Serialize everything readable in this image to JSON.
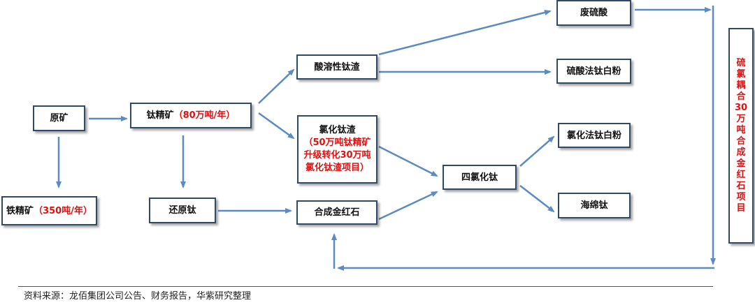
{
  "nodes": {
    "raw_ore": "原矿",
    "iron_concentrate": "铁精矿",
    "iron_concentrate_note": "（350吨/年）",
    "titanium_concentrate": "钛精矿",
    "titanium_concentrate_note": "（80万吨/年）",
    "reduced_titanium": "还原钛",
    "acid_soluble_slag": "酸溶性钛渣",
    "chlorinated_slag": "氯化钛渣",
    "chlorinated_slag_note_1": "（50万吨钛精矿",
    "chlorinated_slag_note_2": "升级转化30万吨",
    "chlorinated_slag_note_3": "氯化钛渣项目）",
    "synthetic_rutile": "合成金红石",
    "titanium_tetrachloride": "四氯化钛",
    "waste_sulfuric_acid": "废硫酸",
    "sulfate_tio2": "硫酸法钛白粉",
    "chloride_tio2": "氯化法钛白粉",
    "sponge_titanium": "海绵钛",
    "project_vertical": [
      "硫",
      "氯",
      "耦",
      "合",
      "30",
      "万",
      "吨",
      "合",
      "成",
      "金",
      "红",
      "石",
      "项",
      "目"
    ]
  },
  "footer": {
    "source": "资料来源：龙佰集团公司公告、财务报告，华紫研究整理"
  },
  "colors": {
    "arrow": "#5b8bc4",
    "border": "#2f4a66",
    "highlight": "#e01010"
  }
}
